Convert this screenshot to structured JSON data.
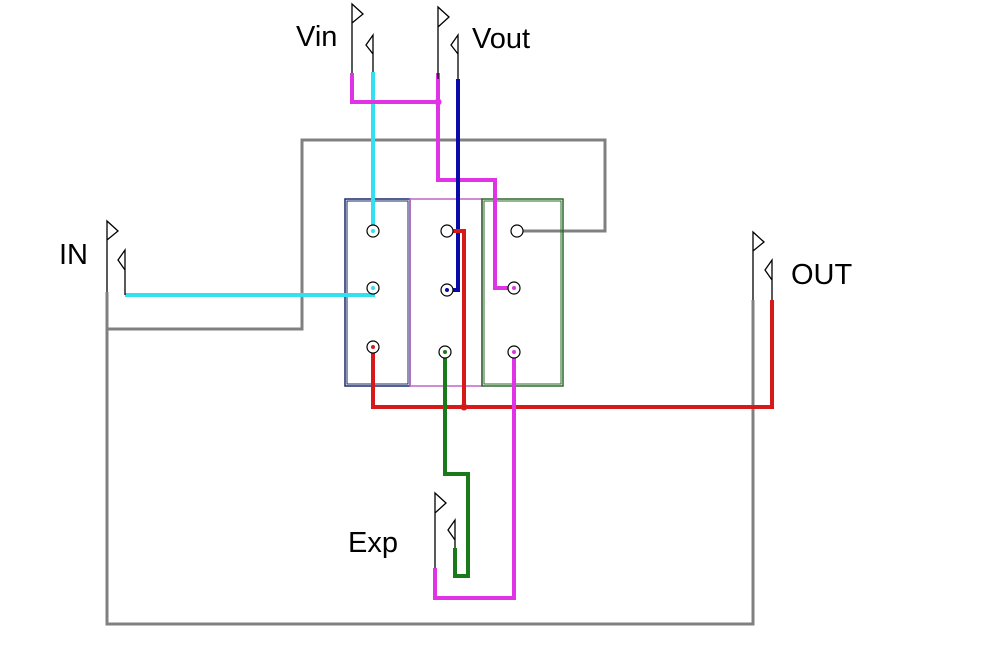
{
  "labels": {
    "vin": "Vin",
    "vout": "Vout",
    "in": "IN",
    "out": "OUT",
    "exp": "Exp"
  },
  "colors": {
    "background": "#ffffff",
    "ground_wire": "#808080",
    "in_tip_wire": "#33e0f0",
    "vin_vout_wire": "#e033e6",
    "vout_wire": "#0a0aa8",
    "out_wire": "#d61a1a",
    "exp_wire": "#1a7a1a",
    "switch_left_outline": "#1a2a6a",
    "switch_middle_outline": "#c266c2",
    "switch_right_outline": "#2a6a2a",
    "jack": "#000000"
  },
  "jacks": [
    {
      "name": "Vin"
    },
    {
      "name": "Vout"
    },
    {
      "name": "IN"
    },
    {
      "name": "OUT"
    },
    {
      "name": "Exp"
    }
  ]
}
